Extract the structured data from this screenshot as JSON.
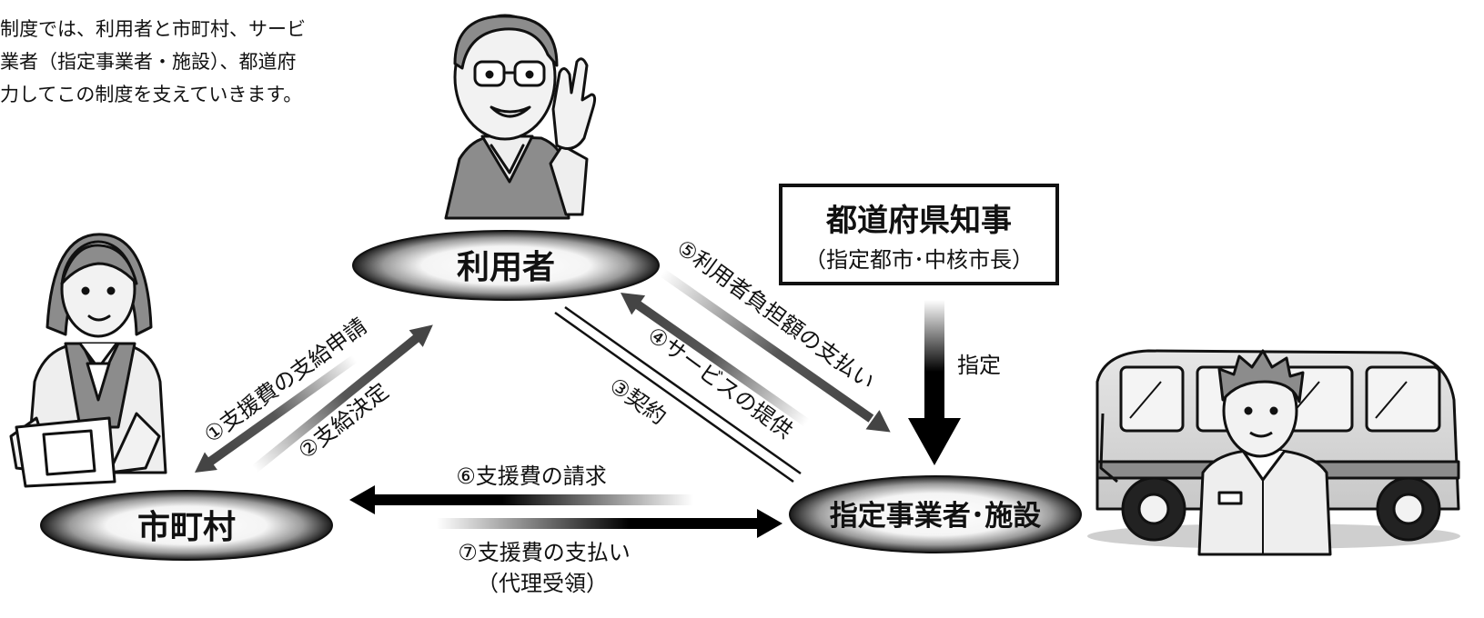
{
  "intro_text": {
    "line1": "制度では、利用者と市町村、サービ",
    "line2": "業者（指定事業者・施設）、都道府",
    "line3": "力してこの制度を支えていきます。"
  },
  "nodes": {
    "user": "利用者",
    "municipality": "市町村",
    "provider": "指定事業者･施設"
  },
  "governor": {
    "title": "都道府県知事",
    "subtitle": "（指定都市･中核市長）"
  },
  "flows": {
    "apply": "①支援費の支給申請",
    "decision": "②支給決定",
    "contract": "③契約",
    "service": "④サービスの提供",
    "copay": "⑤利用者負担額の支払い",
    "claim": "⑥支援費の請求",
    "payment": "⑦支援費の支払い",
    "payment_note": "（代理受領）",
    "designation": "指定"
  },
  "colors": {
    "arrow_dark": "#444444",
    "ellipse_dark": "#1a1a1a",
    "ellipse_light": "#ffffff",
    "clothing_gray": "#8c8c8c",
    "skin_light": "#f2f2f2"
  }
}
